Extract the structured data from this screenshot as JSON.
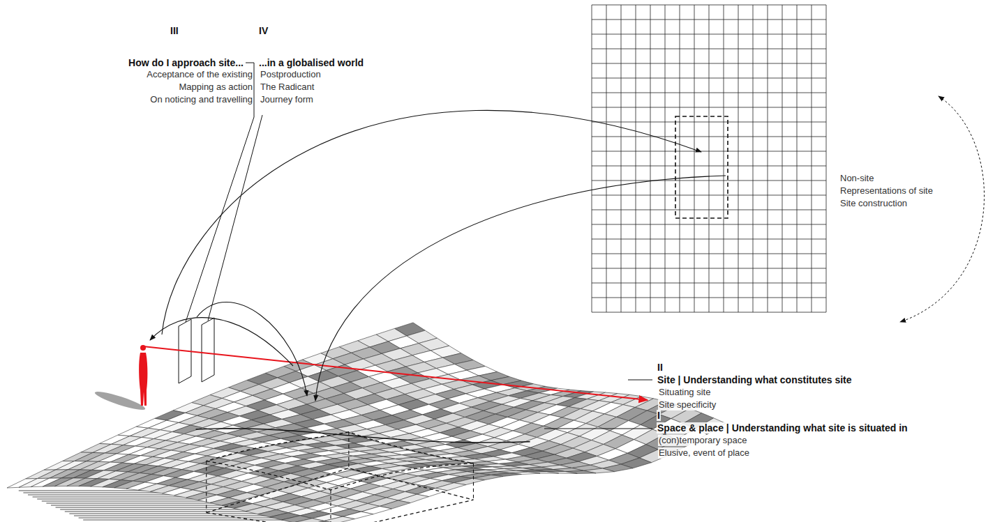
{
  "diagram": {
    "labels": [
      "III",
      "How do I approach site...",
      "Acceptance of the existing",
      "Mapping as action",
      "On noticing and travelling",
      "IV",
      "...in a globalised world",
      "Postproduction",
      "The Radicant",
      "Journey form",
      "Non-site",
      "Representations of site",
      "Site construction",
      "II",
      "Site | Understanding what constitutes site",
      "Situating site",
      "Site specificity",
      "I",
      "Space & place | Understanding what site is situated in",
      "(con)temporary space",
      "Elusive, event of place"
    ]
  }
}
